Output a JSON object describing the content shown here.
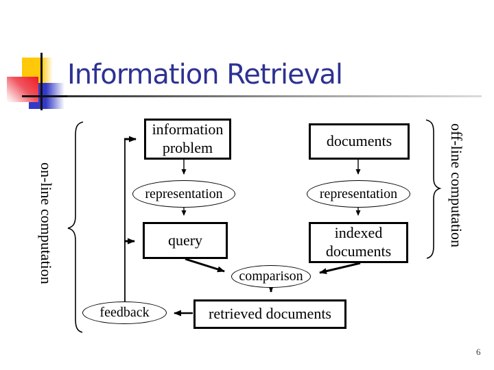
{
  "slide": {
    "title": "Information Retrieval",
    "page_number": "6"
  },
  "labels": {
    "online": "on-line computation",
    "offline": "off-line computation"
  },
  "nodes": {
    "information_problem": "information problem",
    "documents": "documents",
    "representation_query": "representation",
    "representation_docs": "representation",
    "query": "query",
    "indexed_documents": "indexed documents",
    "comparison": "comparison",
    "feedback": "feedback",
    "retrieved_documents": "retrieved documents"
  },
  "colors": {
    "title": "#2E3192",
    "accent_yellow": "#FFC808",
    "accent_red": "#EE1D25",
    "accent_blue": "#3239C4",
    "diagram_ink": "#000000"
  }
}
